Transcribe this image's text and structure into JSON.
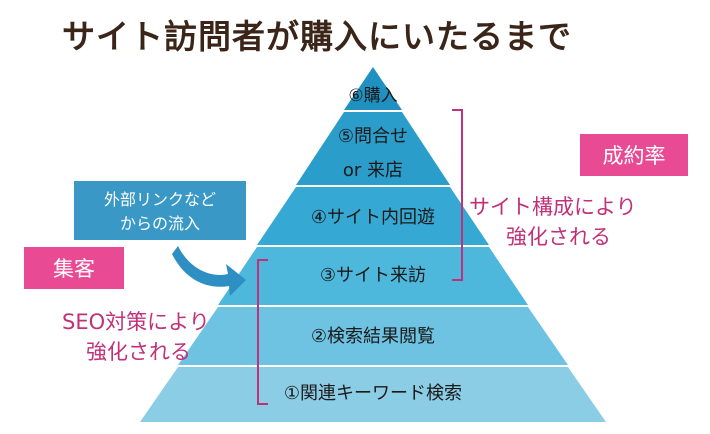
{
  "title": "サイト訪問者が購入にいたるまで",
  "pyramid": {
    "tiers": [
      {
        "label": "⑥購入"
      },
      {
        "label_line1": "⑤問合せ",
        "label_line2": "or 来店"
      },
      {
        "label": "④サイト内回遊"
      },
      {
        "label": "③サイト来訪"
      },
      {
        "label": "②検索結果閲覧"
      },
      {
        "label": "①関連キーワード検索"
      }
    ],
    "colors": [
      "#1f90c0",
      "#2a9dca",
      "#35a8d3",
      "#4eb7dc",
      "#6ec3e2",
      "#8ccde6"
    ]
  },
  "badges": {
    "conversion_rate": "成約率",
    "customer_acquisition": "集客",
    "color": "#e84a94"
  },
  "annotations": {
    "site_structure_line1": "サイト構成により",
    "site_structure_line2": "強化される",
    "seo_line1": "SEO対策により",
    "seo_line2": "強化される",
    "color": "#c0317a"
  },
  "callout": {
    "line1": "外部リンクなど",
    "line2": "からの流入",
    "color": "#3a98c7"
  }
}
